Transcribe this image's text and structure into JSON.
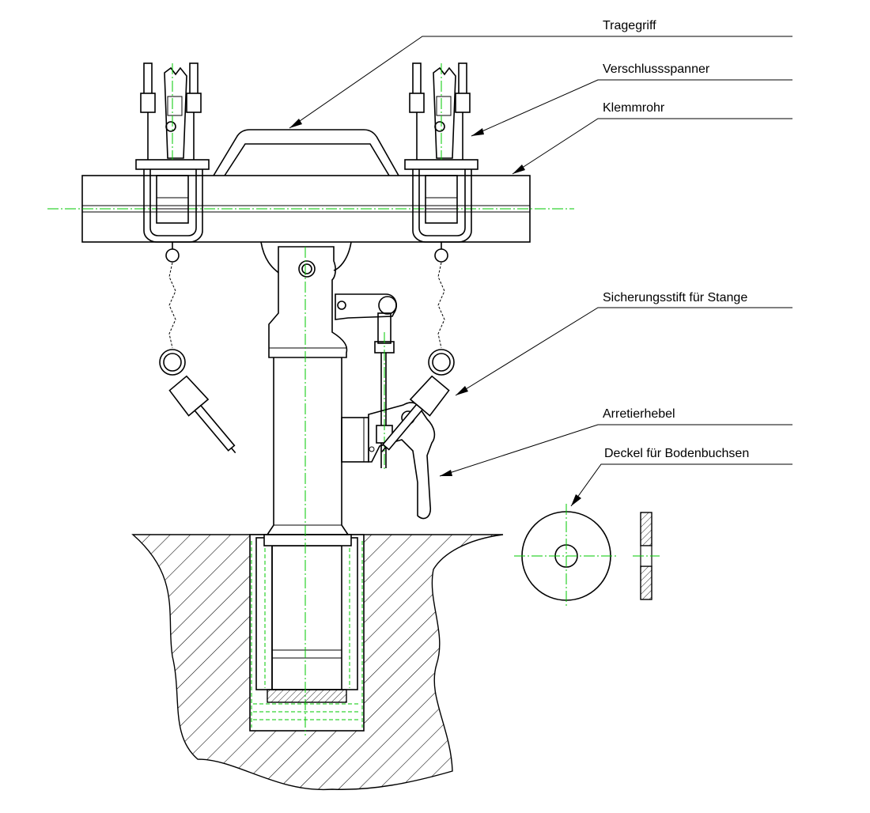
{
  "labels": {
    "tragegriff": "Tragegriff",
    "verschlussspanner": "Verschlussspanner",
    "klemmrohr": "Klemmrohr",
    "sicherungsstift": "Sicherungsstift für Stange",
    "arretierhebel": "Arretierhebel",
    "deckel": "Deckel für Bodenbuchsen"
  },
  "colors": {
    "line": "#000000",
    "centerline": "#00c800",
    "background": "#ffffff"
  }
}
